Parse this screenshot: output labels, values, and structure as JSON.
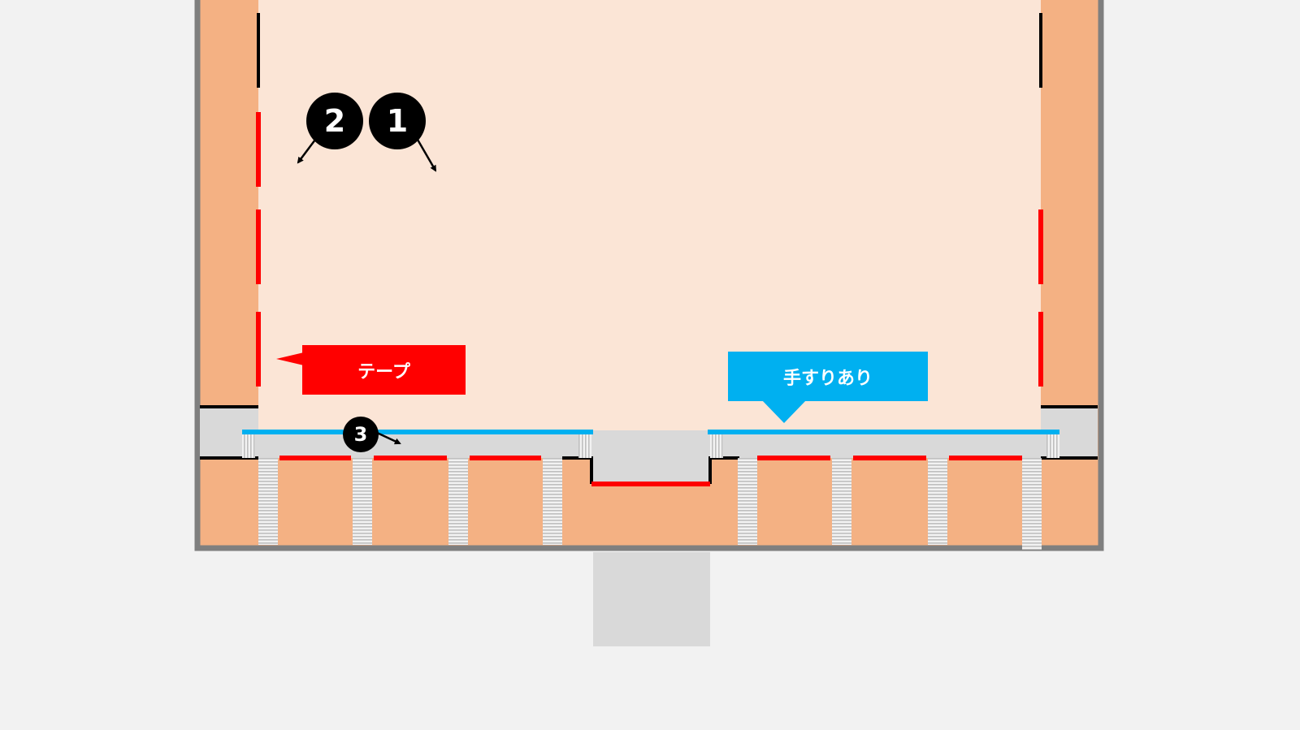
{
  "colors": {
    "background": "#f2f2f2",
    "room_floor": "#fbe5d6",
    "wall_fill": "#f4b183",
    "wall_outline": "#7f7f7f",
    "gray_area": "#d9d9d9",
    "tape": "#ff0000",
    "handrail": "#00b0f0",
    "edge_line": "#000000"
  },
  "labels": {
    "tape": "テープ",
    "handrail": "手すりあり"
  },
  "markers": [
    {
      "number": "1"
    },
    {
      "number": "2"
    },
    {
      "number": "3"
    }
  ]
}
